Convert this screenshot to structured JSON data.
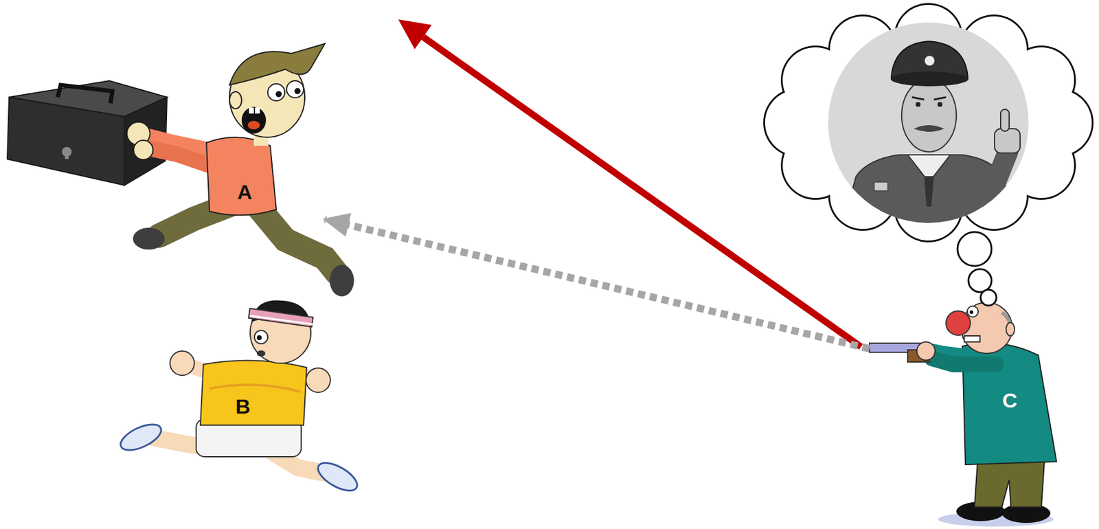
{
  "diagram": {
    "nodes": [
      {
        "text": [
          "A"
        ]
      },
      {
        "text": [
          "B"
        ]
      },
      {
        "text": [
          "C"
        ]
      }
    ],
    "edges": [
      {
        "from": 2,
        "to": 0,
        "arrow": "to"
      }
    ]
  }
}
